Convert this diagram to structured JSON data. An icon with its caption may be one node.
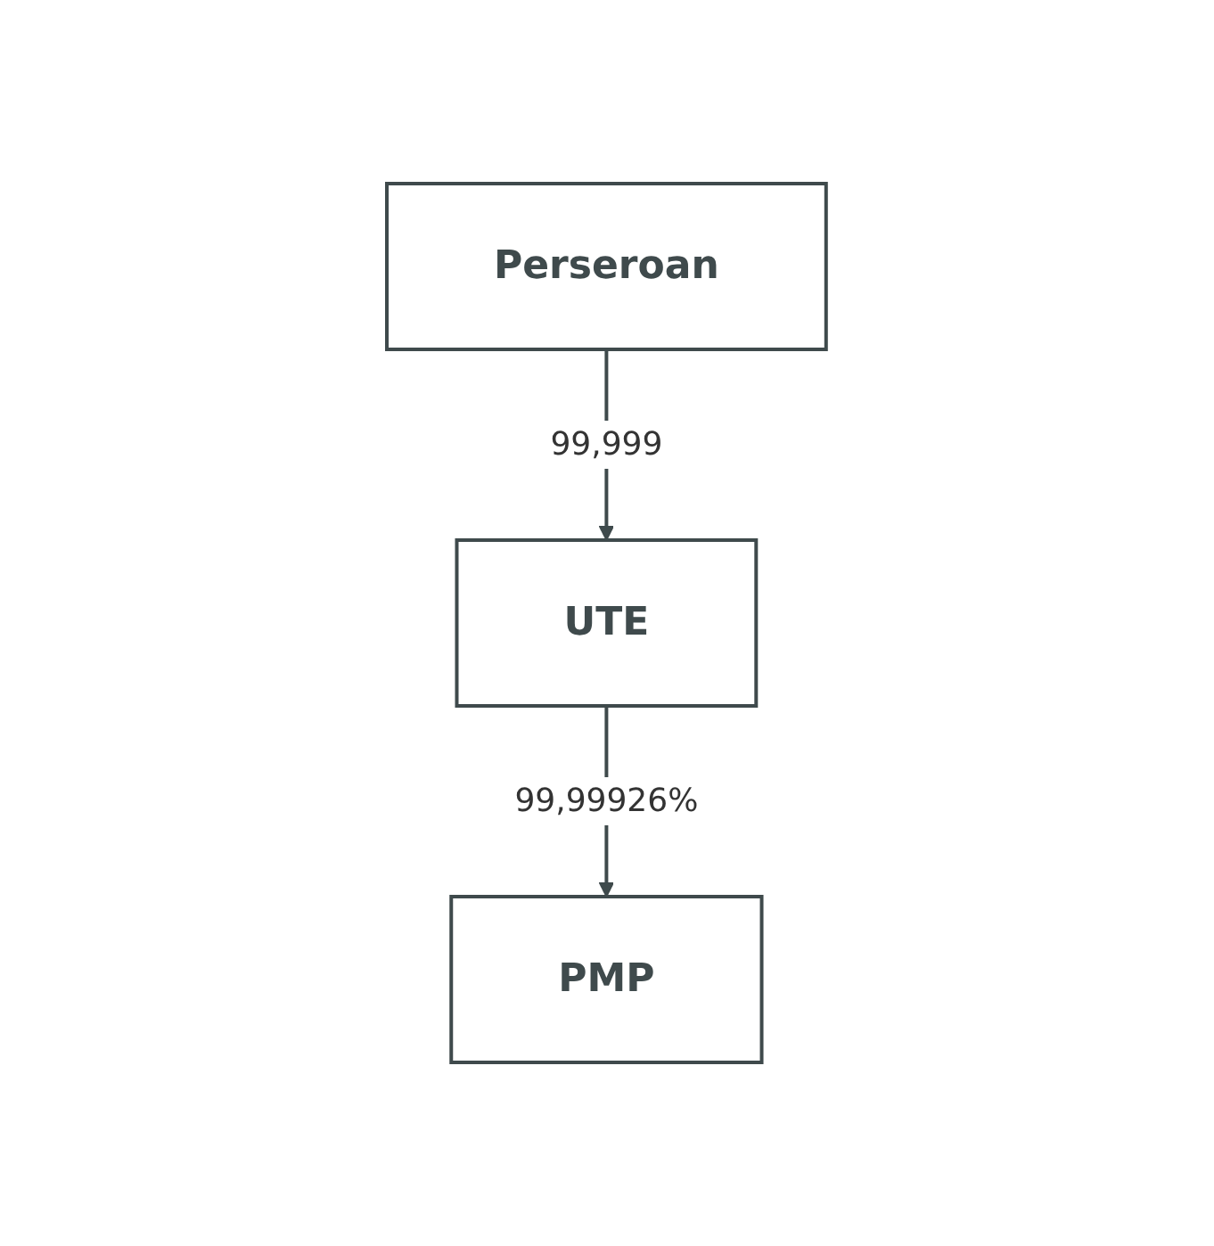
{
  "diagram": {
    "nodes": [
      {
        "text": [
          "Perseroan"
        ]
      },
      {
        "text": [
          "UTE"
        ]
      },
      {
        "text": [
          "PMP"
        ]
      }
    ],
    "edges": [
      {
        "from": 0,
        "to": 1,
        "arrow": "to",
        "label": "99,999"
      },
      {
        "from": 1,
        "to": 2,
        "arrow": "to",
        "label": "99,99926%"
      }
    ]
  }
}
